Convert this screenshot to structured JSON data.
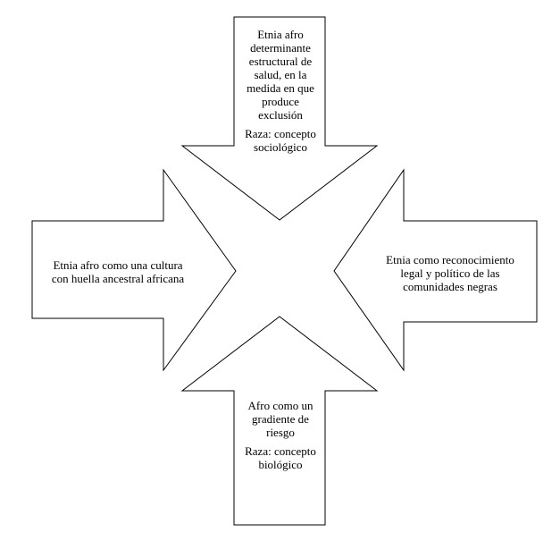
{
  "diagram": {
    "stroke_color": "#000000",
    "fill_color": "#ffffff",
    "arrows": {
      "top": {
        "lines": [
          "Etnia afro",
          "determinante",
          "estructural de",
          "salud, en la",
          "medida en que",
          "produce",
          "exclusión"
        ],
        "note": [
          "Raza: concepto",
          "sociológico"
        ]
      },
      "left": {
        "lines": [
          "Etnia afro como una cultura",
          "con huella ancestral africana"
        ]
      },
      "right": {
        "lines": [
          "Etnia como reconocimiento",
          "legal y político de las",
          "comunidades negras"
        ]
      },
      "bottom": {
        "lines": [
          "Afro como un",
          "gradiente de",
          "riesgo"
        ],
        "note": [
          "Raza: concepto",
          "biológico"
        ]
      }
    }
  }
}
